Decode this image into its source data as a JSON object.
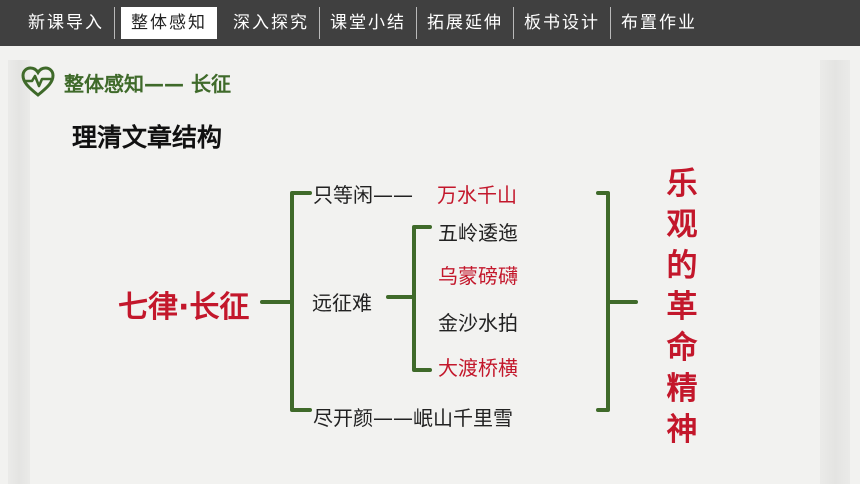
{
  "nav": {
    "tabs": [
      {
        "label": "新课导入"
      },
      {
        "label": "整体感知"
      },
      {
        "label": "深入探究"
      },
      {
        "label": "课堂小结"
      },
      {
        "label": "拓展延伸"
      },
      {
        "label": "板书设计"
      },
      {
        "label": "布置作业"
      }
    ],
    "active_index": 1
  },
  "section": {
    "title": "整体感知——  长征",
    "icon": "heart-pulse-icon"
  },
  "sub_heading": "理清文章结构",
  "diagram": {
    "main_title": "七律·长征",
    "branch_top": {
      "left": "只等闲——",
      "right": "万水千山"
    },
    "branch_middle": {
      "label": "远征难",
      "items": [
        {
          "text": "五岭逶迤",
          "highlight": false
        },
        {
          "text": "乌蒙磅礴",
          "highlight": true
        },
        {
          "text": "金沙水拍",
          "highlight": false
        },
        {
          "text": "大渡桥横",
          "highlight": true
        }
      ]
    },
    "branch_bottom": "尽开颜——岷山千里雪",
    "conclusion": "乐观的革命精神"
  },
  "colors": {
    "green": "#3f6a2a",
    "red": "#c3172b",
    "nav_bg": "#404040"
  }
}
